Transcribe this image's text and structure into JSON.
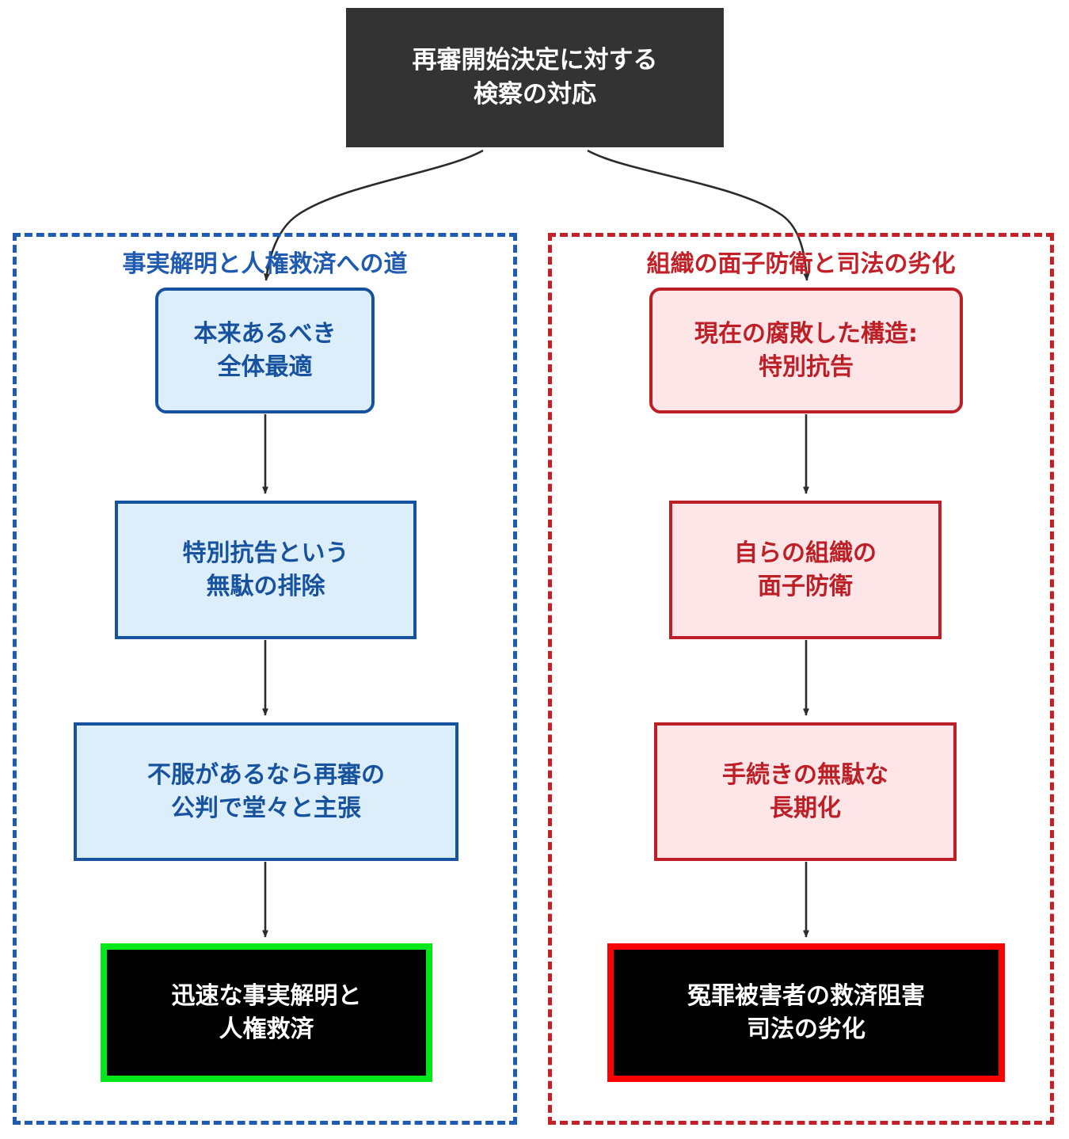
{
  "diagram": {
    "title_node": {
      "text": "再審開始決定に対する\n検察の対応",
      "fill": "#333333",
      "text_color": "#ffffff"
    },
    "clusters": [
      {
        "id": "left",
        "label": "事実解明と人権救済への道",
        "color": "#1f5bb0",
        "border_style": "dashed",
        "nodes": [
          {
            "id": "l1",
            "text": "本来あるべき\n全体最適",
            "shape": "rounded-rect",
            "fill": "#ddeefb",
            "border": "#17529f",
            "text_color": "#17529f"
          },
          {
            "id": "l2",
            "text": "特別抗告という\n無駄の排除",
            "shape": "rect",
            "fill": "#ddeefb",
            "border": "#17529f",
            "text_color": "#17529f"
          },
          {
            "id": "l3",
            "text": "不服があるなら再審の\n公判で堂々と主張",
            "shape": "rect",
            "fill": "#ddeefb",
            "border": "#17529f",
            "text_color": "#17529f"
          },
          {
            "id": "l4",
            "text": "迅速な事実解明と\n人権救済",
            "shape": "rect",
            "fill": "#000000",
            "border": "#00e81b",
            "text_color": "#ffffff"
          }
        ]
      },
      {
        "id": "right",
        "label": "組織の面子防衛と司法の劣化",
        "color": "#c32028",
        "border_style": "dashed",
        "nodes": [
          {
            "id": "r1",
            "text": "現在の腐敗した構造:\n特別抗告",
            "shape": "rounded-rect",
            "fill": "#fde5e8",
            "border": "#bc1f26",
            "text_color": "#bc1f26"
          },
          {
            "id": "r2",
            "text": "自らの組織の\n面子防衛",
            "shape": "rect",
            "fill": "#fde5e8",
            "border": "#bc1f26",
            "text_color": "#bc1f26"
          },
          {
            "id": "r3",
            "text": "手続きの無駄な\n長期化",
            "shape": "rect",
            "fill": "#fde5e8",
            "border": "#bc1f26",
            "text_color": "#bc1f26"
          },
          {
            "id": "r4",
            "text": "冤罪被害者の救済阻害\n司法の劣化",
            "shape": "rect",
            "fill": "#000000",
            "border": "#ff0000",
            "text_color": "#ffffff"
          }
        ]
      }
    ],
    "edges": [
      {
        "from": "title",
        "to": "l1",
        "style": "curved-arrow"
      },
      {
        "from": "title",
        "to": "r1",
        "style": "curved-arrow"
      },
      {
        "from": "l1",
        "to": "l2",
        "style": "straight-arrow"
      },
      {
        "from": "l2",
        "to": "l3",
        "style": "straight-arrow"
      },
      {
        "from": "l3",
        "to": "l4",
        "style": "straight-arrow"
      },
      {
        "from": "r1",
        "to": "r2",
        "style": "straight-arrow"
      },
      {
        "from": "r2",
        "to": "r3",
        "style": "straight-arrow"
      },
      {
        "from": "r3",
        "to": "r4",
        "style": "straight-arrow"
      }
    ]
  }
}
